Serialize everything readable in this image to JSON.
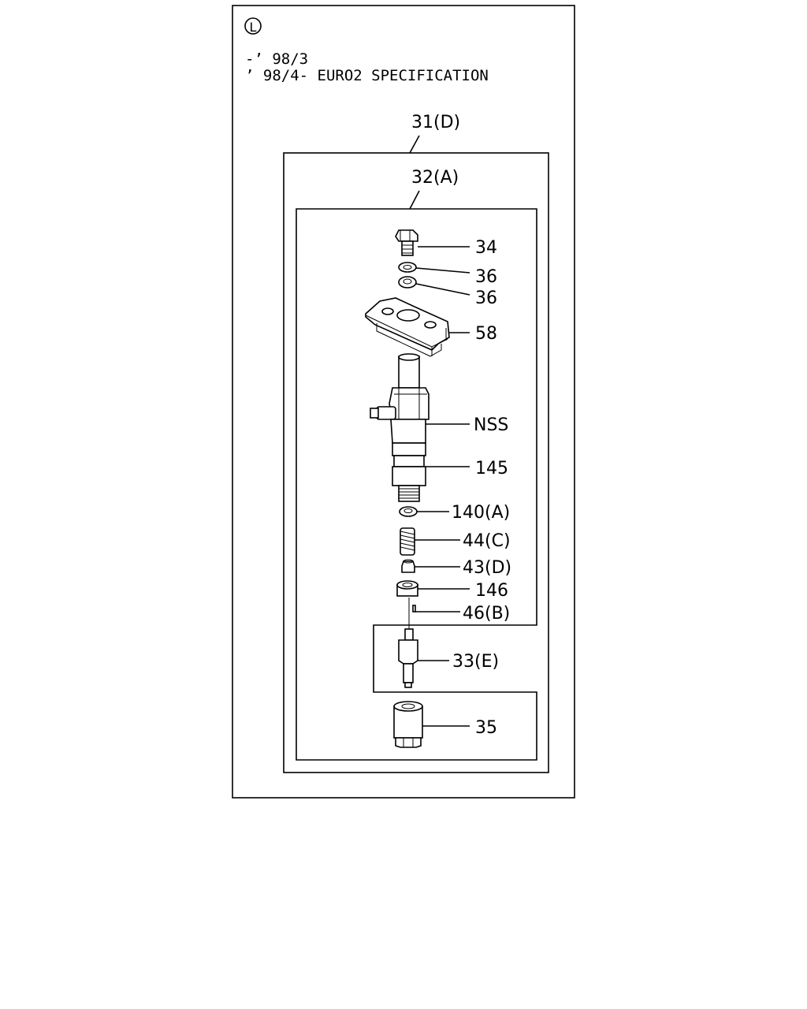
{
  "header": {
    "circle_letter": "L",
    "line1": "-’ 98/3",
    "line2": "’ 98/4- EURO2 SPECIFICATION"
  },
  "assemblies": {
    "outer": "31(D)",
    "inner": "32(A)"
  },
  "parts": {
    "p34": "34",
    "p36a": "36",
    "p36b": "36",
    "p58": "58",
    "nss": "NSS",
    "p145": "145",
    "p140": "140(A)",
    "p44": "44(C)",
    "p43": "43(D)",
    "p146": "146",
    "p46": "46(B)",
    "p33": "33(E)",
    "p35": "35"
  }
}
